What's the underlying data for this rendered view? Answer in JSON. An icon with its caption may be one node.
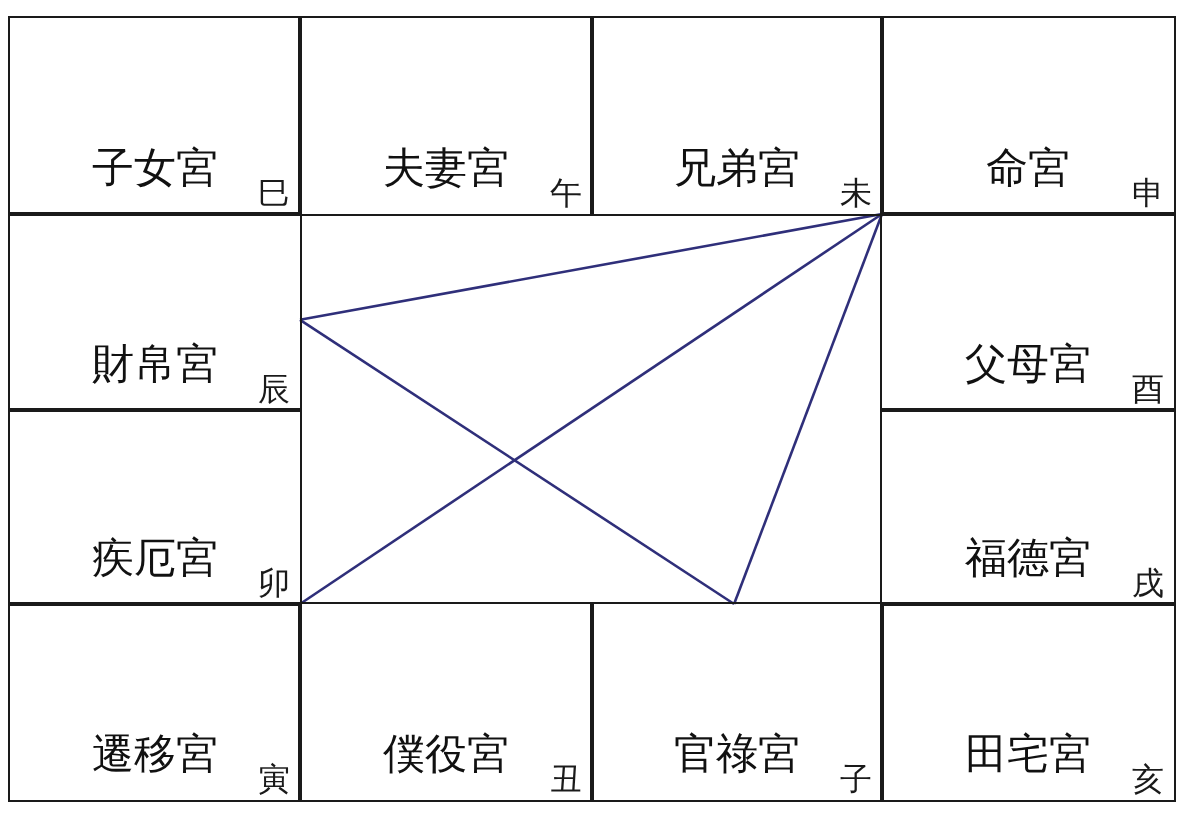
{
  "diagram": {
    "nodes": [
      {
        "text": [
          "子女宮",
          "巳"
        ]
      },
      {
        "text": [
          "夫妻宮",
          "午"
        ]
      },
      {
        "text": [
          "兄弟宮",
          "未"
        ]
      },
      {
        "text": [
          "命宮",
          "申"
        ]
      },
      {
        "text": [
          "財帛宮",
          "辰"
        ]
      },
      {
        "text": [
          "父母宮",
          "酉"
        ]
      },
      {
        "text": [
          "疾厄宮",
          "卯"
        ]
      },
      {
        "text": [
          "福德宮",
          "戌"
        ]
      },
      {
        "text": [
          "遷移宮",
          "寅"
        ]
      },
      {
        "text": [
          "僕役宮",
          "丑"
        ]
      },
      {
        "text": [
          "官祿宮",
          "子"
        ]
      },
      {
        "text": [
          "田宅宮",
          "亥"
        ]
      }
    ],
    "edges": [
      {
        "from": 3,
        "to": 4,
        "arrow": "none"
      },
      {
        "from": 3,
        "to": 8,
        "arrow": "none"
      },
      {
        "from": 3,
        "to": 10,
        "arrow": "none"
      },
      {
        "from": 4,
        "to": 10,
        "arrow": "none"
      }
    ]
  }
}
